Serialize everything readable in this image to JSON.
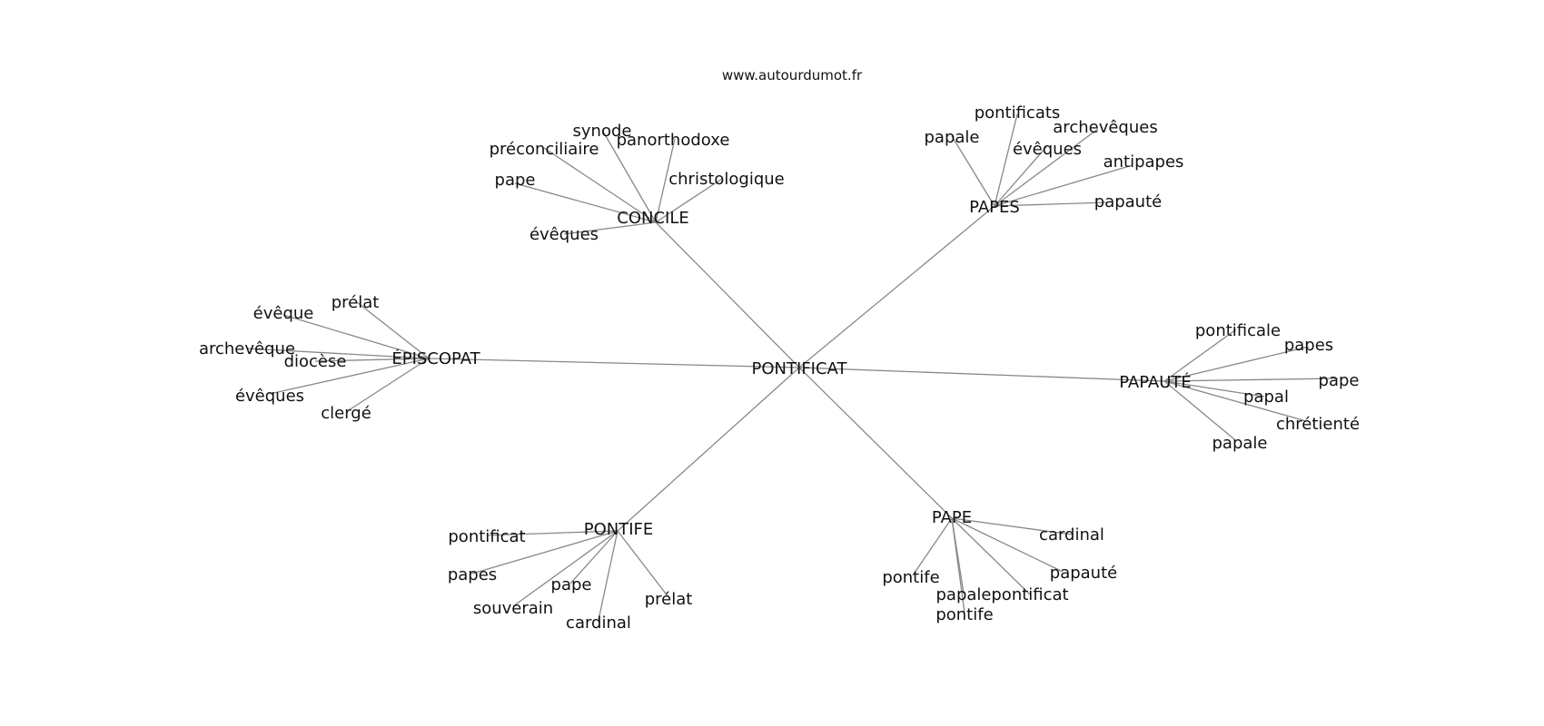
{
  "source_label": "www.autourdumot.fr",
  "center": "PONTIFICAT",
  "branches": [
    {
      "key": "concile",
      "label": "CONCILE",
      "leaves": [
        {
          "key": "concile-synode",
          "label": "synode"
        },
        {
          "key": "concile-panorthodoxe",
          "label": "panorthodoxe"
        },
        {
          "key": "concile-preconciliaire",
          "label": "préconciliaire"
        },
        {
          "key": "concile-christologique",
          "label": "christologique"
        },
        {
          "key": "concile-pape",
          "label": "pape"
        },
        {
          "key": "concile-eveques",
          "label": "évêques"
        }
      ]
    },
    {
      "key": "papes",
      "label": "PAPES",
      "leaves": [
        {
          "key": "papes-pontificats",
          "label": "pontificats"
        },
        {
          "key": "papes-papale",
          "label": "papale"
        },
        {
          "key": "papes-archeveques",
          "label": "archevêques"
        },
        {
          "key": "papes-eveques",
          "label": "évêques"
        },
        {
          "key": "papes-antipapes",
          "label": "antipapes"
        },
        {
          "key": "papes-papaute",
          "label": "papauté"
        }
      ]
    },
    {
      "key": "episcopat",
      "label": "ÉPISCOPAT",
      "leaves": [
        {
          "key": "episcopat-prelat",
          "label": "prélat"
        },
        {
          "key": "episcopat-eveque",
          "label": "évêque"
        },
        {
          "key": "episcopat-archeveque",
          "label": "archevêque"
        },
        {
          "key": "episcopat-diocese",
          "label": "diocèse"
        },
        {
          "key": "episcopat-eveques",
          "label": "évêques"
        },
        {
          "key": "episcopat-clerge",
          "label": "clergé"
        }
      ]
    },
    {
      "key": "papaute",
      "label": "PAPAUTÉ",
      "leaves": [
        {
          "key": "papaute-pontificale",
          "label": "pontificale"
        },
        {
          "key": "papaute-papes",
          "label": "papes"
        },
        {
          "key": "papaute-pape",
          "label": "pape"
        },
        {
          "key": "papaute-papal",
          "label": "papal"
        },
        {
          "key": "papaute-chretiente",
          "label": "chrétienté"
        },
        {
          "key": "papaute-papale",
          "label": "papale"
        }
      ]
    },
    {
      "key": "pontife",
      "label": "PONTIFE",
      "leaves": [
        {
          "key": "pontife-pontificat",
          "label": "pontificat"
        },
        {
          "key": "pontife-papes",
          "label": "papes"
        },
        {
          "key": "pontife-pape",
          "label": "pape"
        },
        {
          "key": "pontife-souverain",
          "label": "souverain"
        },
        {
          "key": "pontife-prelat",
          "label": "prélat"
        },
        {
          "key": "pontife-cardinal",
          "label": "cardinal"
        }
      ]
    },
    {
      "key": "pape",
      "label": "PAPE",
      "leaves": [
        {
          "key": "pape-cardinal",
          "label": "cardinal"
        },
        {
          "key": "pape-papaute",
          "label": "papauté"
        },
        {
          "key": "pape-pontife",
          "label": "pontife"
        },
        {
          "key": "pape-papale",
          "label": "papale"
        },
        {
          "key": "pape-pontificat",
          "label": "pontificat"
        },
        {
          "key": "pape-pontife-2",
          "label": "pontife"
        }
      ]
    }
  ]
}
